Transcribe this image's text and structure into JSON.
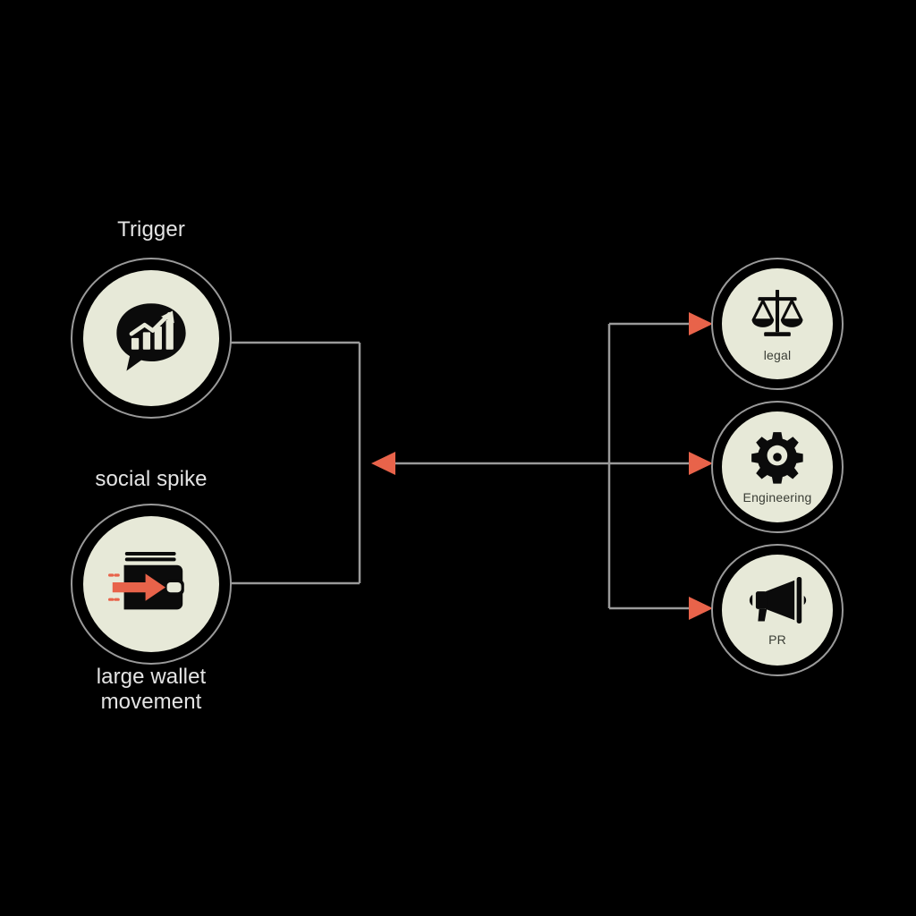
{
  "diagram": {
    "background_color": "#000000",
    "node_fill_color": "#e7e9d8",
    "ring_color": "#9a9a9a",
    "edge_color": "#9a9a9a",
    "arrow_color": "#e8634a",
    "label_color": "#e4e4e4",
    "inner_label_color": "#3a3d35"
  },
  "left_nodes": [
    {
      "id": "trigger",
      "label": "Trigger",
      "label_position": "above",
      "icon": "speech-bubble-growth-chart-icon"
    },
    {
      "id": "wallet",
      "label_above": "social spike",
      "label_below": "large wallet\nmovement",
      "icon": "wallet-inbound-arrow-icon"
    }
  ],
  "right_nodes": [
    {
      "id": "legal",
      "label": "legal",
      "icon": "scales-of-justice-icon"
    },
    {
      "id": "engineering",
      "label": "Engineering",
      "icon": "gear-icon"
    },
    {
      "id": "pr",
      "label": "PR",
      "icon": "megaphone-icon"
    }
  ],
  "edges": [
    {
      "from": "trigger",
      "to": "junction",
      "arrow": false
    },
    {
      "from": "wallet",
      "to": "junction",
      "arrow": false
    },
    {
      "from": "right-bus",
      "to": "junction",
      "arrow": true,
      "direction": "left"
    },
    {
      "from": "right-bus",
      "to": "legal",
      "arrow": true,
      "direction": "right"
    },
    {
      "from": "right-bus",
      "to": "engineering",
      "arrow": true,
      "direction": "right"
    },
    {
      "from": "right-bus",
      "to": "pr",
      "arrow": true,
      "direction": "right"
    }
  ]
}
